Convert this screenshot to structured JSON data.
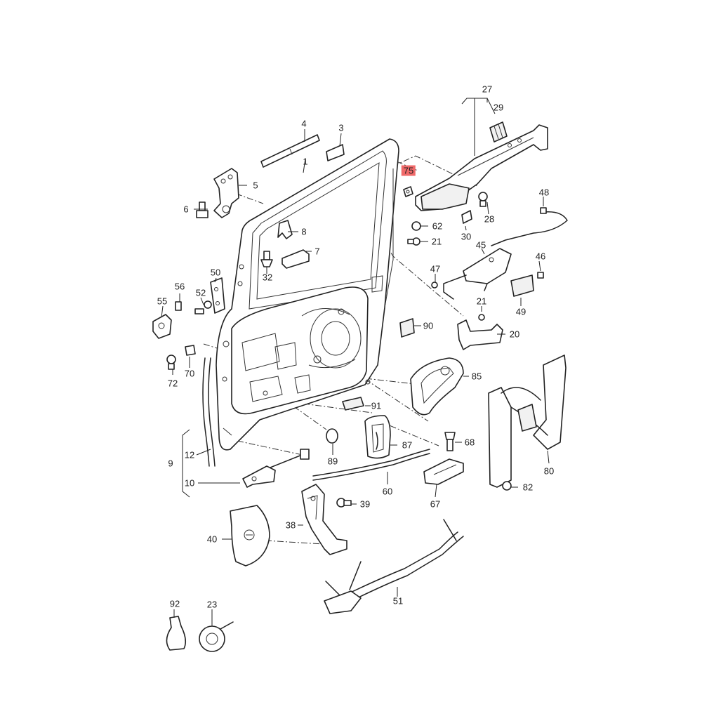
{
  "callouts": {
    "n1": "1",
    "n3": "3",
    "n4": "4",
    "n5": "5",
    "n6": "6",
    "n7": "7",
    "n8": "8",
    "n9": "9",
    "n10": "10",
    "n12": "12",
    "n20": "20",
    "n21a": "21",
    "n21b": "21",
    "n23": "23",
    "n27": "27",
    "n28": "28",
    "n29": "29",
    "n30": "30",
    "n32": "32",
    "n38": "38",
    "n39": "39",
    "n40": "40",
    "n45": "45",
    "n46": "46",
    "n47": "47",
    "n48": "48",
    "n49": "49",
    "n50": "50",
    "n51": "51",
    "n52": "52",
    "n55": "55",
    "n56": "56",
    "n60": "60",
    "n62": "62",
    "n67": "67",
    "n68": "68",
    "n70": "70",
    "n72": "72",
    "n75": "75",
    "n80": "80",
    "n82": "82",
    "n85": "85",
    "n87": "87",
    "n89": "89",
    "n90": "90",
    "n91": "91",
    "n92": "92"
  },
  "highlight": {
    "part": "75",
    "color": "#f06a6a"
  }
}
